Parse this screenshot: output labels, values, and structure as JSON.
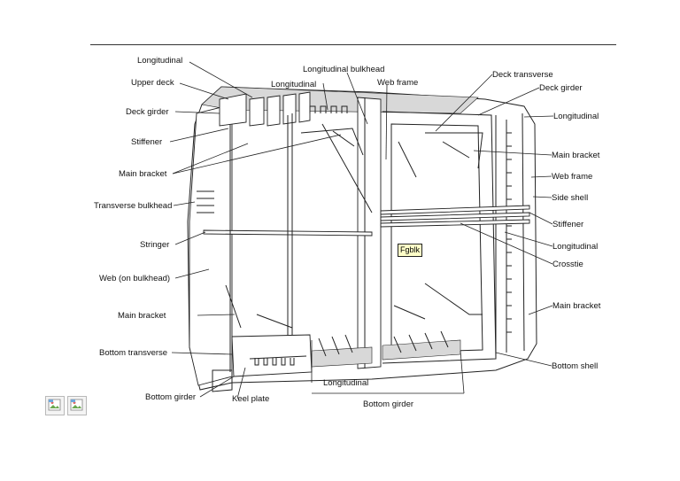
{
  "labels": {
    "longitudinal_top_left": "Longitudinal",
    "upper_deck": "Upper deck",
    "deck_girder_left": "Deck girder",
    "stiffener_left": "Stiffener",
    "main_bracket_left": "Main bracket",
    "transverse_bulkhead": "Transverse bulkhead",
    "stringer": "Stringer",
    "web_on_bulkhead": "Web (on bulkhead)",
    "main_bracket_lower_left": "Main bracket",
    "bottom_transverse": "Bottom transverse",
    "bottom_girder_left": "Bottom girder",
    "keel_plate": "Keel plate",
    "longitudinal_bulkhead": "Longitudinal bulkhead",
    "longitudinal_top_center": "Longitudinal",
    "web_frame_top": "Web frame",
    "deck_transverse": "Deck transverse",
    "deck_girder_right": "Deck girder",
    "longitudinal_right_top": "Longitudinal",
    "main_bracket_right": "Main bracket",
    "web_frame_right": "Web frame",
    "side_shell": "Side shell",
    "stiffener_right": "Stiffener",
    "longitudinal_right_mid": "Longitudinal",
    "crosstie": "Crosstie",
    "main_bracket_lower_right": "Main bracket",
    "bottom_shell": "Bottom shell",
    "longitudinal_bottom": "Longitudinal",
    "bottom_girder_bottom": "Bottom girder"
  },
  "tooltip": "Fgblk",
  "icons": [
    "broken-image-icon",
    "broken-image-icon"
  ]
}
